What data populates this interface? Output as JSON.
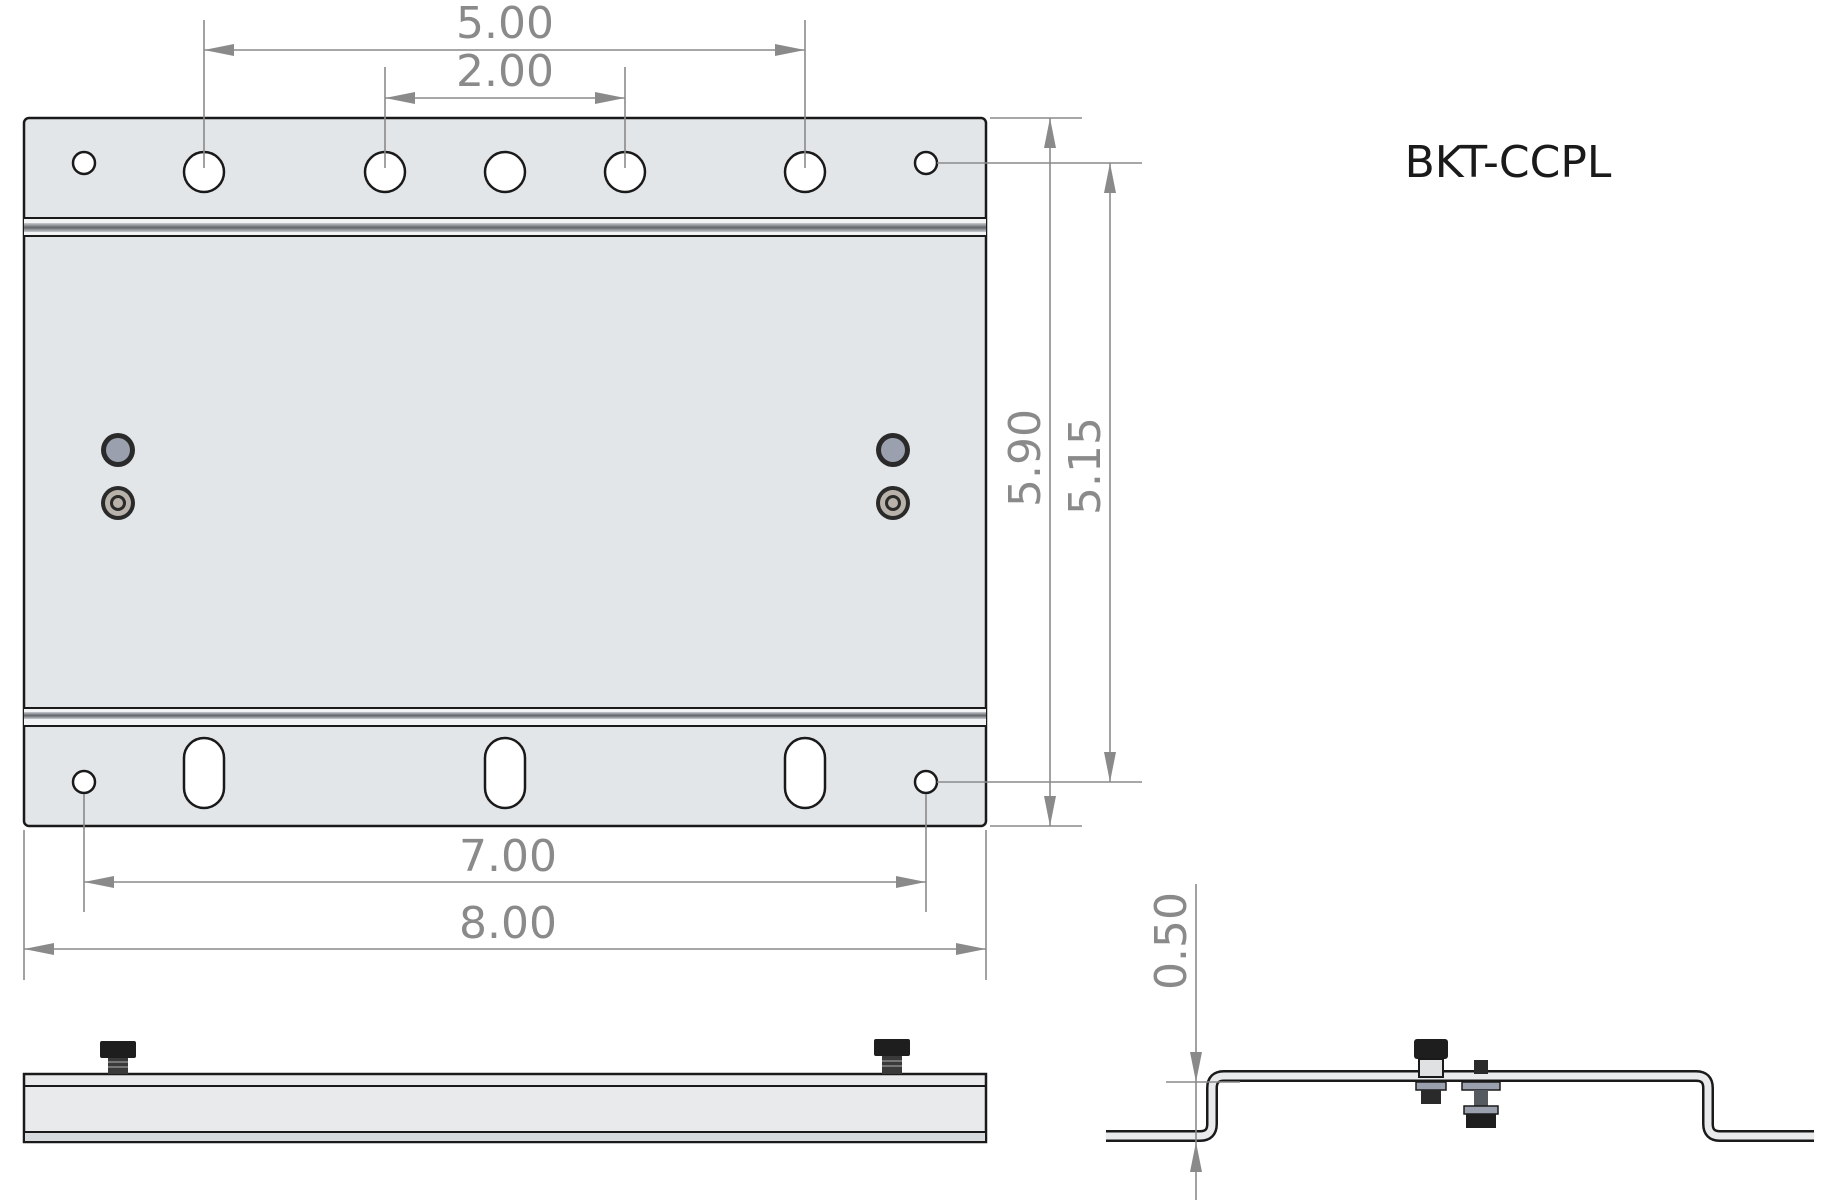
{
  "part_number": "BKT-CCPL",
  "dimensions": {
    "top_outer_spacing": "5.00",
    "top_inner_spacing": "2.00",
    "overall_height": "5.90",
    "hole_vertical_spacing": "5.15",
    "bottom_hole_spacing": "7.00",
    "overall_width": "8.00",
    "offset_height": "0.50"
  },
  "colors": {
    "plate_fill": "#e3e6e9",
    "outline": "#1a1a1a",
    "dimension": "#8a8a8a",
    "stud_fill": "#9aa0ad",
    "nut_fill": "#222222"
  }
}
